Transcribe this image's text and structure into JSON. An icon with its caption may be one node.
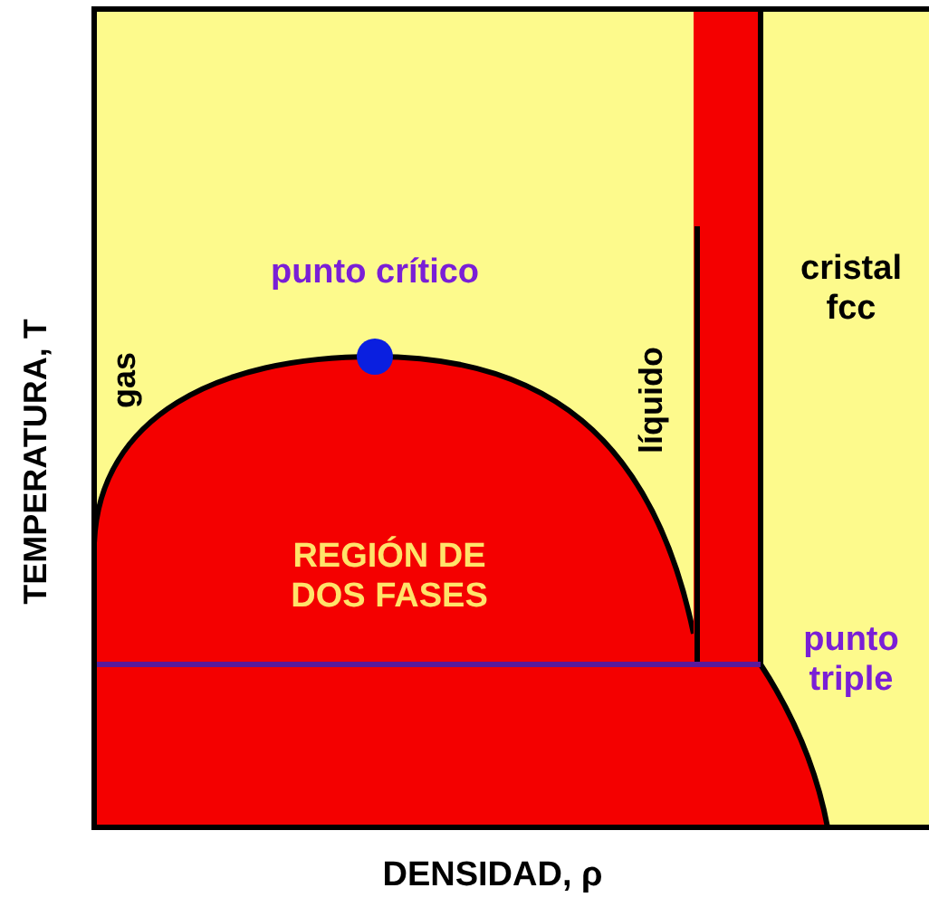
{
  "diagram": {
    "labels": [
      "punto crítico",
      "cristal fcc",
      "gas",
      "líquido",
      "REGIÓN DE DOS FASES",
      "punto triple",
      "TEMPERATURA, T",
      "DENSIDAD, ρ"
    ]
  }
}
